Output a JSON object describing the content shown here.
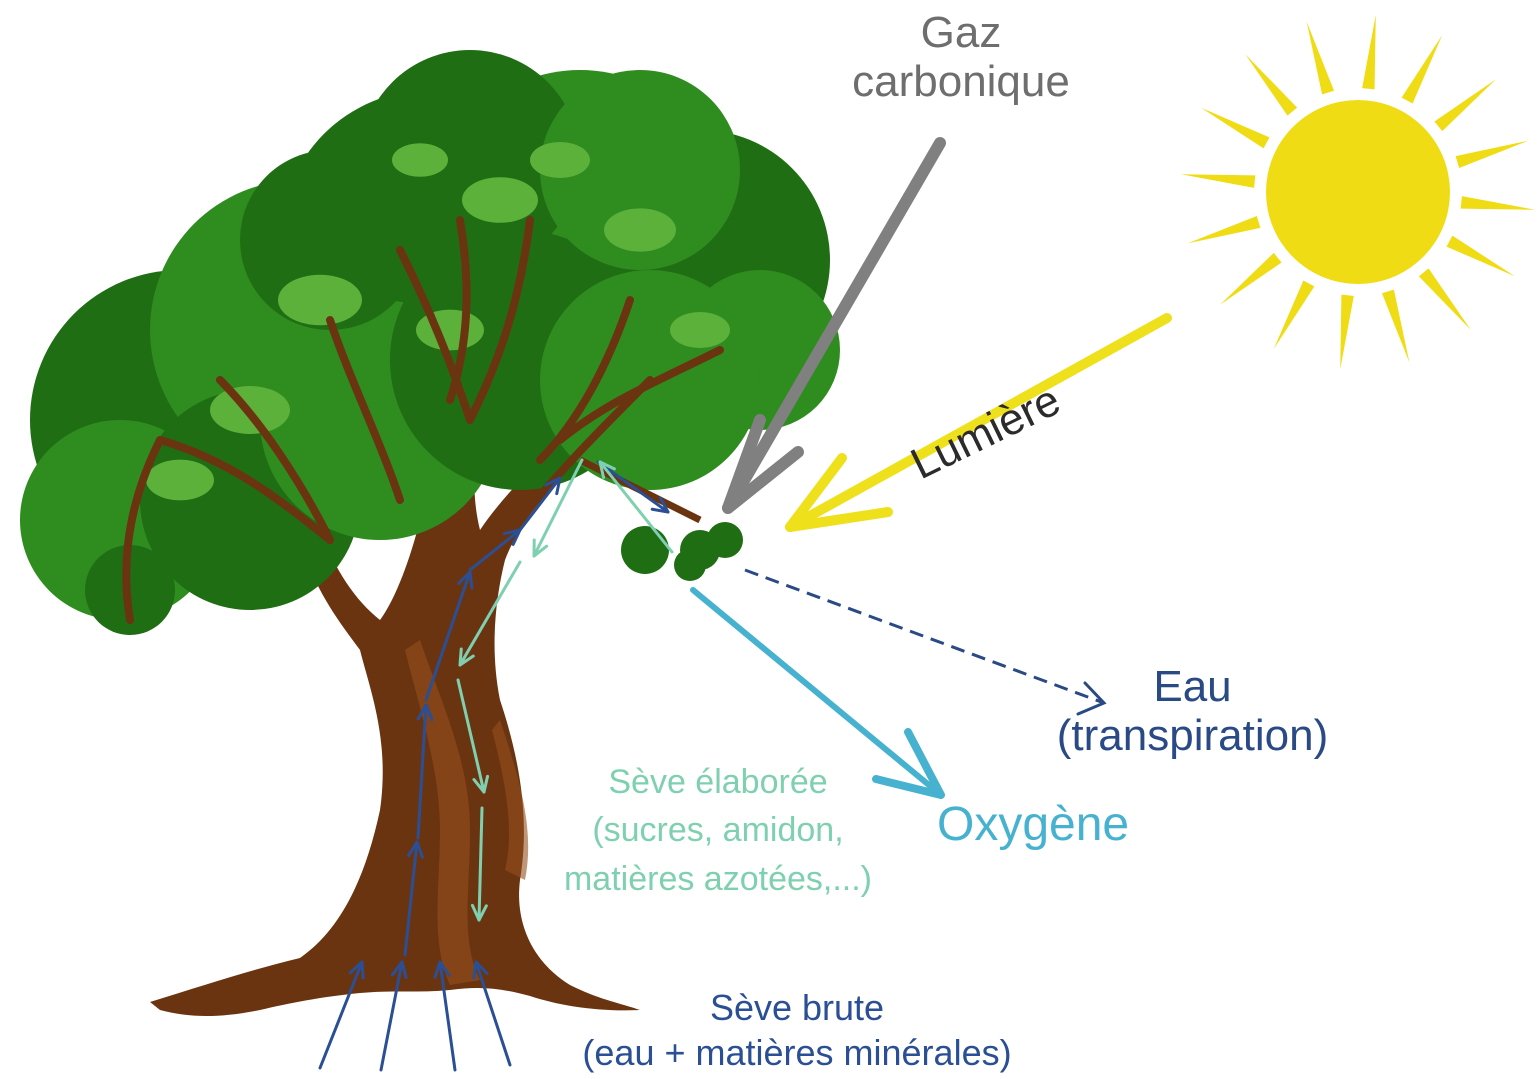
{
  "colors": {
    "canopy_dark": "#1f6e14",
    "canopy_mid": "#2f8c1f",
    "canopy_light": "#5cb13a",
    "trunk": "#6b3410",
    "trunk_light": "#95501d",
    "sun": "#f0dc14",
    "co2_arrow": "#808080",
    "light_arrow": "#efe01c",
    "oxygen": "#47b2d0",
    "water": "#2a4a86",
    "sap_elaborated": "#7fd0b0",
    "sap_raw": "#2a4f94",
    "text_dark": "#2b2b2b",
    "text_gray": "#6e6e6e"
  },
  "icons": {
    "sun": "sun-icon",
    "tree": "tree-icon"
  },
  "labels": {
    "gas_line1": "Gaz",
    "gas_line2": "carbonique",
    "light": "Lumière",
    "water_line1": "Eau",
    "water_line2": "(transpiration)",
    "oxygen": "Oxygène",
    "sap_elaborated_line1": "Sève élaborée",
    "sap_elaborated_line2": "(sucres, amidon,",
    "sap_elaborated_line3": "matières azotées,...)",
    "sap_raw_line1": "Sève brute",
    "sap_raw_line2": "(eau + matières minérales)"
  }
}
